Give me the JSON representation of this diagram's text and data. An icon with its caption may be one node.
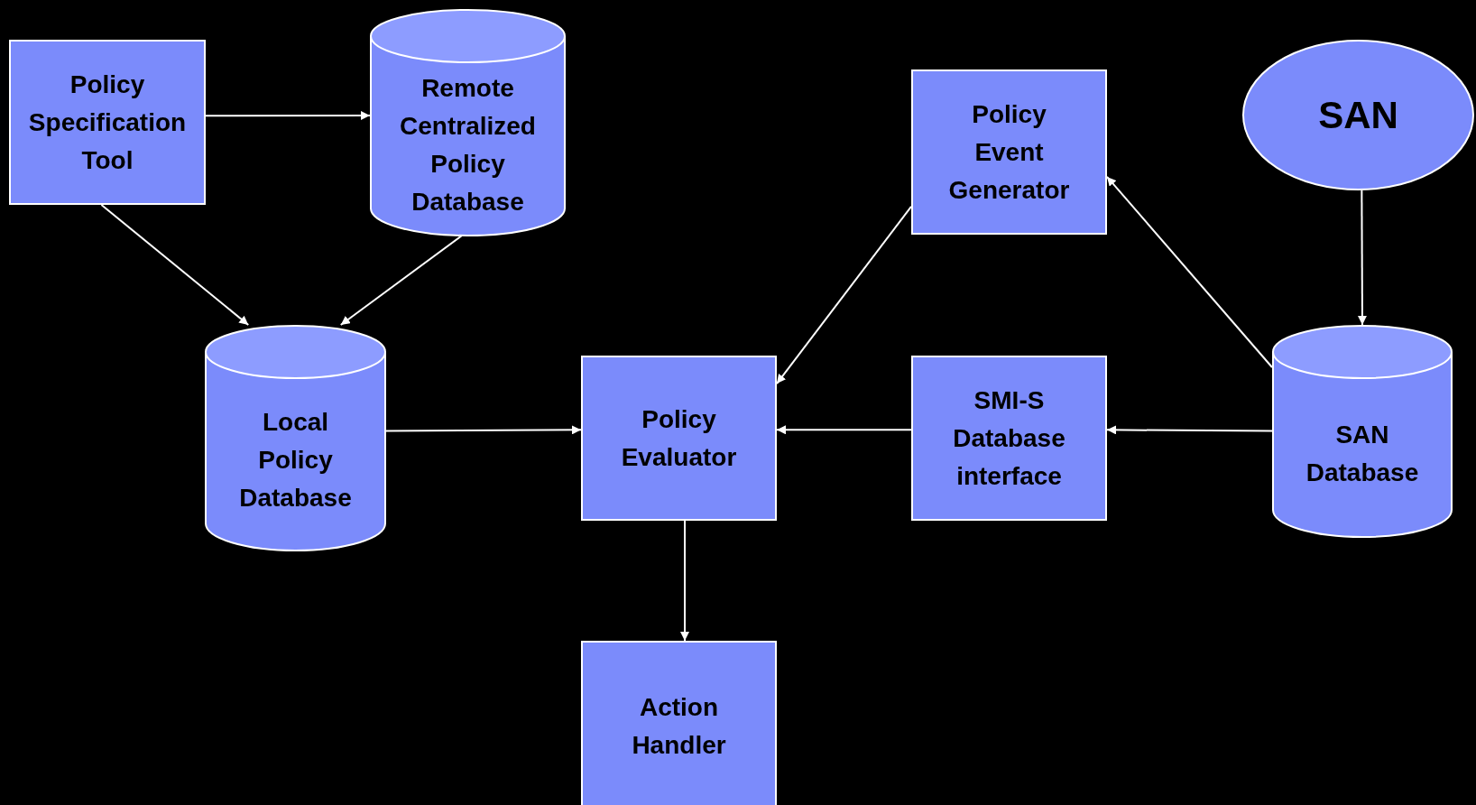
{
  "diagram": {
    "nodes": [
      {
        "text": [
          "Policy Specification Tool"
        ]
      },
      {
        "text": [
          "Remote Centralized Policy Database"
        ]
      },
      {
        "text": [
          "Policy Event Generator"
        ]
      },
      {
        "text": [
          "SAN"
        ]
      },
      {
        "text": [
          "Local Policy Database"
        ]
      },
      {
        "text": [
          "Policy Evaluator"
        ]
      },
      {
        "text": [
          "SMI-S Database interface"
        ]
      },
      {
        "text": [
          "SAN Database"
        ]
      },
      {
        "text": [
          "Action Handler"
        ]
      }
    ],
    "edges": [
      {
        "from": 0,
        "to": 1,
        "arrow": "to"
      },
      {
        "from": 0,
        "to": 4,
        "arrow": "to"
      },
      {
        "from": 1,
        "to": 4,
        "arrow": "to"
      },
      {
        "from": 4,
        "to": 5,
        "arrow": "to"
      },
      {
        "from": 2,
        "to": 5,
        "arrow": "to"
      },
      {
        "from": 7,
        "to": 2,
        "arrow": "to"
      },
      {
        "from": 3,
        "to": 7,
        "arrow": "to"
      },
      {
        "from": 7,
        "to": 6,
        "arrow": "to"
      },
      {
        "from": 6,
        "to": 5,
        "arrow": "to"
      },
      {
        "from": 5,
        "to": 8,
        "arrow": "to"
      }
    ]
  }
}
